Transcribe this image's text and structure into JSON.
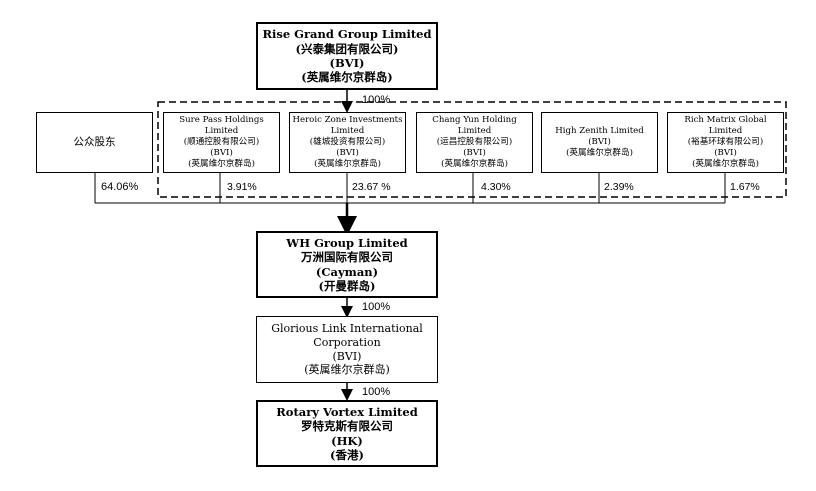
{
  "top": {
    "lines": [
      "Rise Grand Group Limited",
      "(兴泰集团有限公司)",
      "(BVI)",
      "(英属维尔京群岛)"
    ]
  },
  "top_share": "100%",
  "public": {
    "label": "公众股东",
    "percent": "64.06%"
  },
  "holders": [
    {
      "lines": [
        "Sure Pass Holdings",
        "Limited",
        "(顺通控股有限公司)",
        "(BVI)",
        "(英属维尔京群岛)"
      ],
      "percent": "3.91%"
    },
    {
      "lines": [
        "Heroic Zone Investments",
        "Limited",
        "(雄城投资有限公司)",
        "(BVI)",
        "(英属维尔京群岛)"
      ],
      "percent": "23.67 %"
    },
    {
      "lines": [
        "Chang Yun Holding",
        "Limited",
        "(运昌控股有限公司)",
        "(BVI)",
        "(英属维尔京群岛)"
      ],
      "percent": "4.30%"
    },
    {
      "lines": [
        "High Zenith Limited",
        "(BVI)",
        "(英属维尔京群岛)"
      ],
      "percent": "2.39%"
    },
    {
      "lines": [
        "Rich Matrix Global",
        "Limited",
        "(裕基环球有限公司)",
        "(BVI)",
        "(英属维尔京群岛)"
      ],
      "percent": "1.67%"
    }
  ],
  "wh": {
    "lines": [
      "WH Group Limited",
      "万洲国际有限公司",
      "(Cayman)",
      "(开曼群岛)"
    ]
  },
  "wh_share": "100%",
  "glorious": {
    "lines": [
      "Glorious Link International",
      "Corporation",
      "(BVI)",
      "(英属维尔京群岛)"
    ]
  },
  "glorious_share": "100%",
  "rotary": {
    "lines": [
      "Rotary Vortex Limited",
      "罗特克斯有限公司",
      "(HK)",
      "(香港)"
    ]
  }
}
